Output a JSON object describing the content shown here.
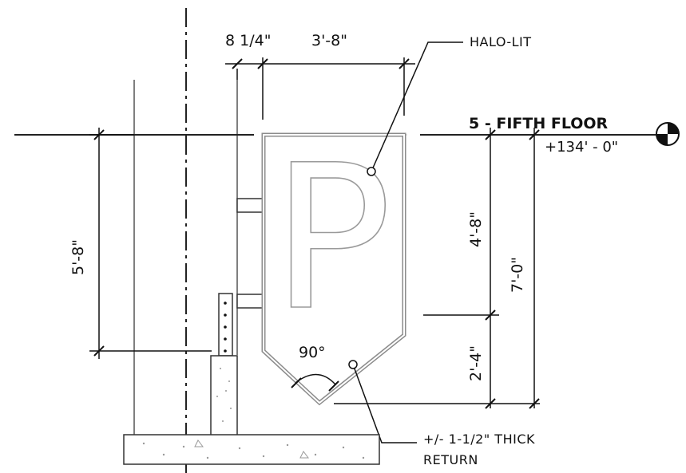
{
  "labels": {
    "halo_lit": "HALO-LIT",
    "return_line1": "+/- 1-1/2\" THICK",
    "return_line2": "RETURN",
    "level_name": "5 - FIFTH FLOOR",
    "level_elevation": "+134' - 0\"",
    "sign_letter": "P"
  },
  "dimensions": {
    "standoff": "8 1/4\"",
    "sign_width": "3'-8\"",
    "left_height": "5'-8\"",
    "upper_height": "4'-8\"",
    "overall_height": "7'-0\"",
    "point_height": "2'-4\"",
    "angle": "90°"
  },
  "colors": {
    "line": "#1a1a1a",
    "sign_outline": "#8c8c8c",
    "concrete": "#d9d9d9"
  }
}
